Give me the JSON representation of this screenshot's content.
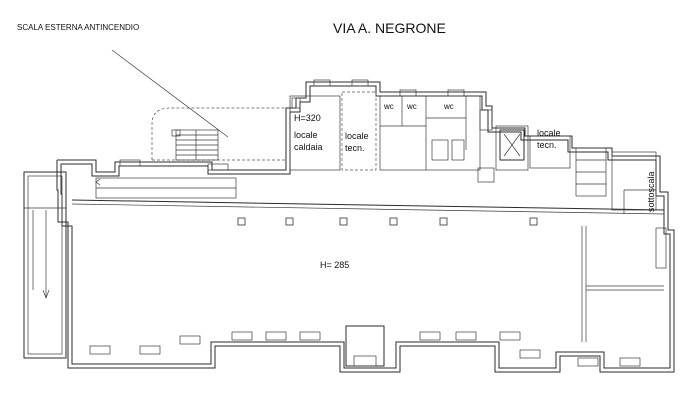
{
  "street": "VIA A. NEGRONE",
  "stair_label": "SCALA ESTERNA ANTINCENDIO",
  "rooms": {
    "boiler_height": "H=320",
    "boiler_line1": "locale",
    "boiler_line2": "caldaia",
    "tech1_line1": "locale",
    "tech1_line2": "tecn.",
    "wc1": "wc",
    "wc2": "wc",
    "wc3": "wc",
    "tech2_line1": "locale",
    "tech2_line2": "tecn.",
    "understair": "sottoscala",
    "main_height": "H= 285"
  }
}
